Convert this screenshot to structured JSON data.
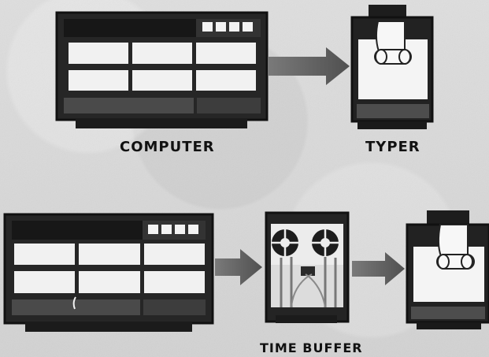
{
  "diagram": {
    "labels": {
      "computer": "COMPUTER",
      "typer": "TYPER",
      "time_buffer": "TIME BUFFER"
    },
    "colors": {
      "paper": "#d7d7d7",
      "ink": "#111111",
      "panel_light": "#f1f1f1",
      "arrow": "#616161",
      "device_dark": "#232323"
    }
  }
}
